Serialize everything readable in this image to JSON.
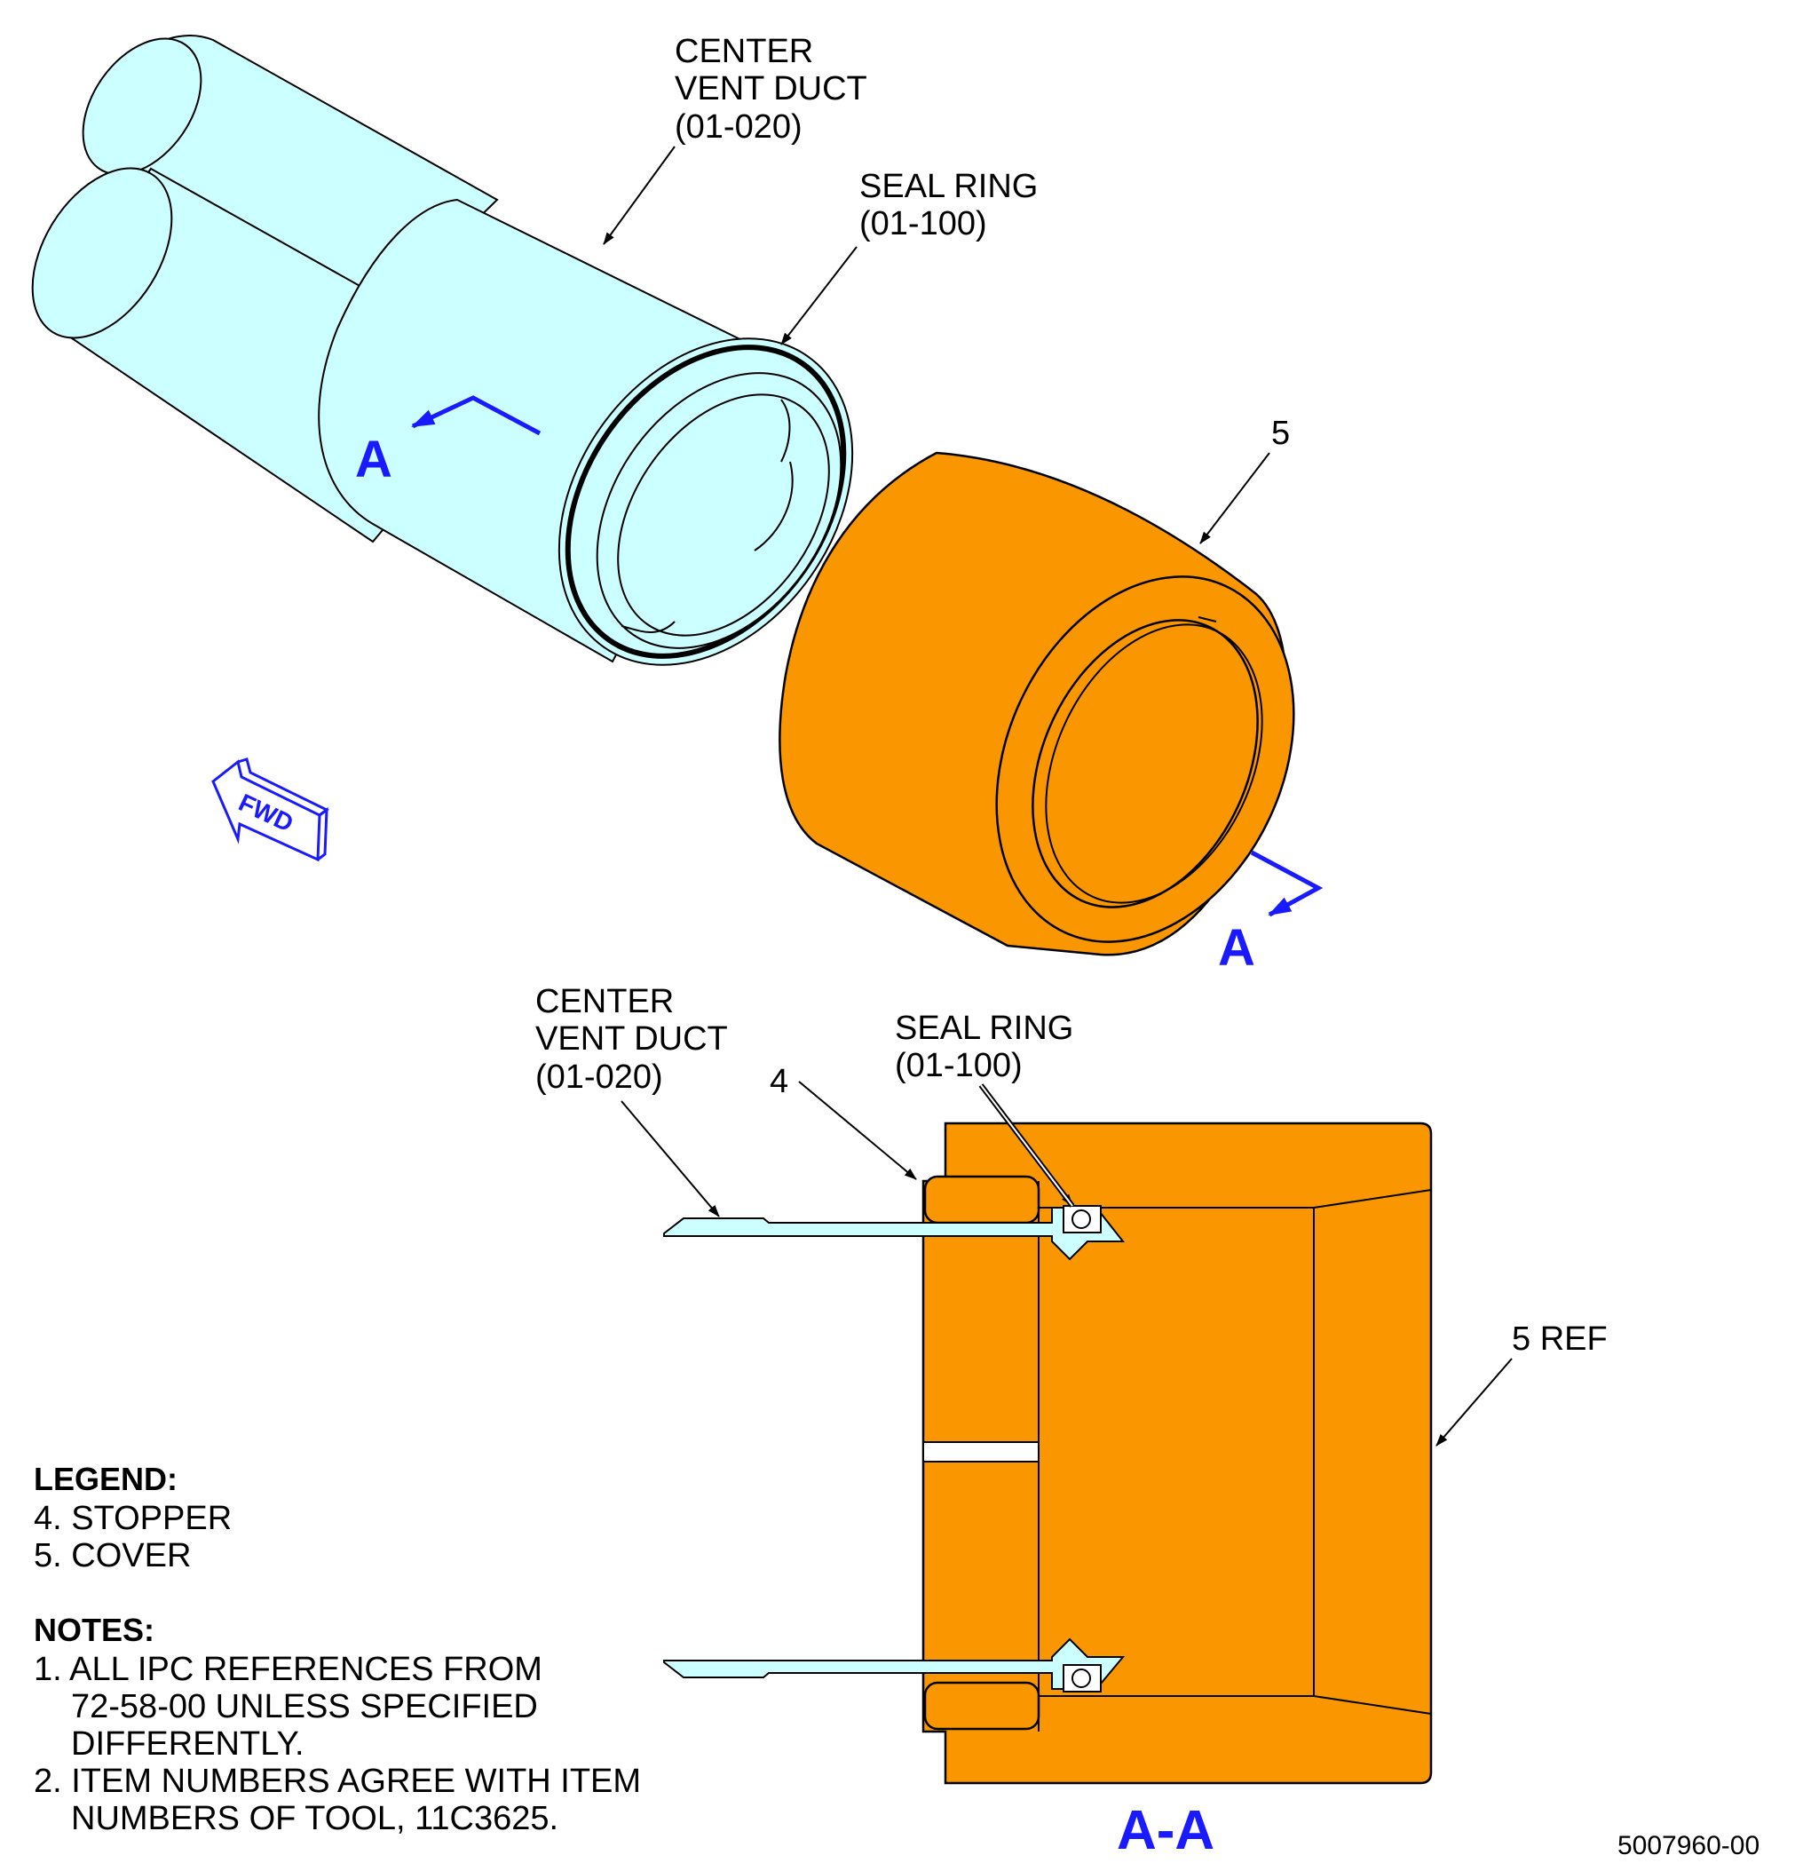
{
  "top_view": {
    "duct_label": [
      "CENTER",
      "VENT DUCT",
      "(01-020)"
    ],
    "seal_label": [
      "SEAL RING",
      "(01-100)"
    ],
    "cover_item": "5",
    "section_marker": "A",
    "fwd_label": "FWD"
  },
  "section_view": {
    "duct_label": [
      "CENTER",
      "VENT DUCT",
      "(01-020)"
    ],
    "stopper_item": "4",
    "seal_label": [
      "SEAL RING",
      "(01-100)"
    ],
    "cover_ref": "5 REF",
    "title": "A-A"
  },
  "legend": {
    "heading": "LEGEND:",
    "items": [
      "4. STOPPER",
      "5. COVER"
    ]
  },
  "notes": {
    "heading": "NOTES:",
    "lines": [
      "1. ALL IPC REFERENCES FROM",
      "72-58-00 UNLESS SPECIFIED",
      "DIFFERENTLY.",
      "2. ITEM NUMBERS AGREE WITH ITEM",
      "NUMBERS OF TOOL, 11C3625."
    ]
  },
  "figure_id": "5007960-00",
  "colors": {
    "duct": "#ccffff",
    "cover": "#fa9600",
    "marker": "#1a1aff"
  }
}
